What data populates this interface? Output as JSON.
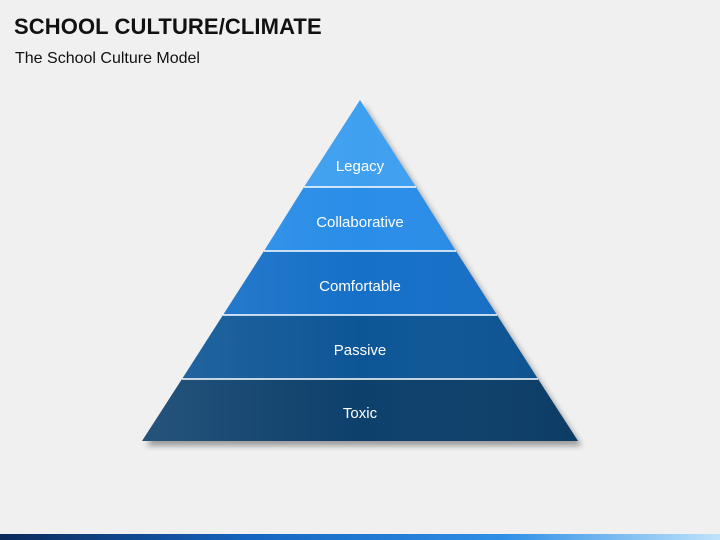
{
  "slide": {
    "title": "SCHOOL CULTURE/CLIMATE",
    "subtitle": "The School Culture Model"
  },
  "pyramid": {
    "levels": [
      {
        "label": "Legacy",
        "color": "#41a0f0"
      },
      {
        "label": "Collaborative",
        "color": "#2a8de8"
      },
      {
        "label": "Comfortable",
        "color": "#1670c8"
      },
      {
        "label": "Passive",
        "color": "#0b5696"
      },
      {
        "label": "Toxic",
        "color": "#083f6c"
      }
    ]
  }
}
